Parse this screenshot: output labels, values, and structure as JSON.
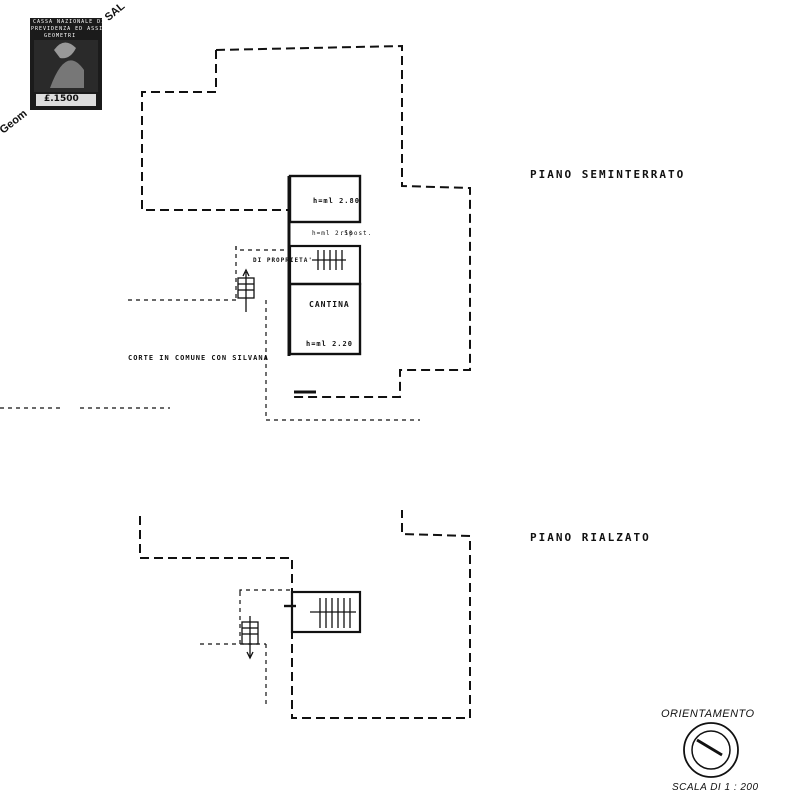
{
  "stamp": {
    "lines": [
      "CASSA NAZIONALE DI",
      "PREVIDENZA ED ASSISTENZA",
      "GEOMETRI"
    ],
    "value": "£.1500",
    "arc_left": "Geom",
    "arc_right": "SAL"
  },
  "floors": {
    "semi": {
      "title": "PIANO   SEMINTERRATO",
      "room_label": "CANTINA",
      "height_top": "h=ml 2.80",
      "height_mid": "h=ml 2.50",
      "height_bottom": "h=ml 2.20",
      "note_mid": "ripost.",
      "property_label": "DI PROPRIETA'",
      "courtyard_label": "CORTE IN COMUNE CON SILVANA"
    },
    "raised": {
      "title": "PIANO   RIALZATO"
    }
  },
  "orientation": {
    "label": "ORIENTAMENTO",
    "scale": "SCALA DI 1 : 200"
  }
}
